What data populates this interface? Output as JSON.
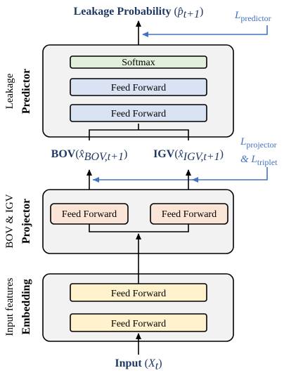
{
  "output": {
    "label": "Leakage Probability",
    "symbol": "p̂",
    "subscript": "t+1"
  },
  "input": {
    "label": "Input",
    "symbol": "X",
    "subscript": "t"
  },
  "predictor": {
    "side_top": "Leakage",
    "side_bottom": "Predictor",
    "softmax": "Softmax",
    "ff1": "Feed Forward",
    "ff2": "Feed Forward"
  },
  "targets": {
    "bov": {
      "label": "BOV",
      "symbol": "x̂",
      "subscript": "BOV,t+1"
    },
    "igv": {
      "label": "IGV",
      "symbol": "x̂",
      "subscript": "IGV,t+1"
    }
  },
  "projector": {
    "side_top": "BOV & IGV",
    "side_bottom": "Projector",
    "ff_left": "Feed Forward",
    "ff_right": "Feed Forward"
  },
  "embedding": {
    "side_top": "Input features",
    "side_bottom": "Embedding",
    "ff1": "Feed Forward",
    "ff2": "Feed Forward"
  },
  "losses": {
    "predictor": {
      "symbol": "L",
      "subscript": "predictor"
    },
    "projector": {
      "symbol": "L",
      "subscript": "projector",
      "amp": "&"
    },
    "triplet": {
      "symbol": "L",
      "subscript": "triplet"
    }
  },
  "colors": {
    "panel_fill": "#f2f2f2",
    "ff_blue": "#dae3f3",
    "softmax_green": "#e2efda",
    "projector_orange": "#fbe5d6",
    "embedding_yellow": "#fff2cc",
    "loss_blue": "#4472c4",
    "io_navy": "#1f3864"
  }
}
